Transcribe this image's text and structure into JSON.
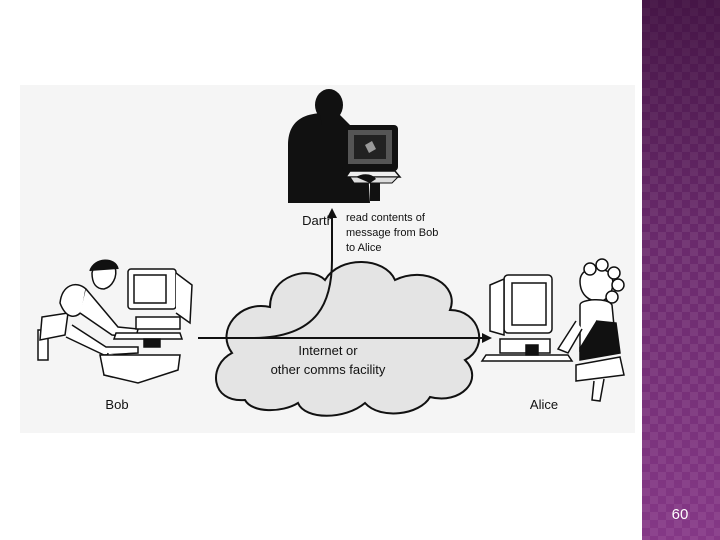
{
  "slide": {
    "page_number": "60"
  },
  "diagram": {
    "actors": {
      "darth": "Darth",
      "bob": "Bob",
      "alice": "Alice"
    },
    "network_label": [
      "Internet or",
      "other comms facility"
    ],
    "attack_label": [
      "read contents of",
      "message from Bob",
      "to Alice"
    ]
  },
  "colors": {
    "side_band": "#6a2a6c",
    "figure_bg": "#f5f5f5",
    "cloud": "#e4e4e4",
    "ink": "#111111"
  }
}
